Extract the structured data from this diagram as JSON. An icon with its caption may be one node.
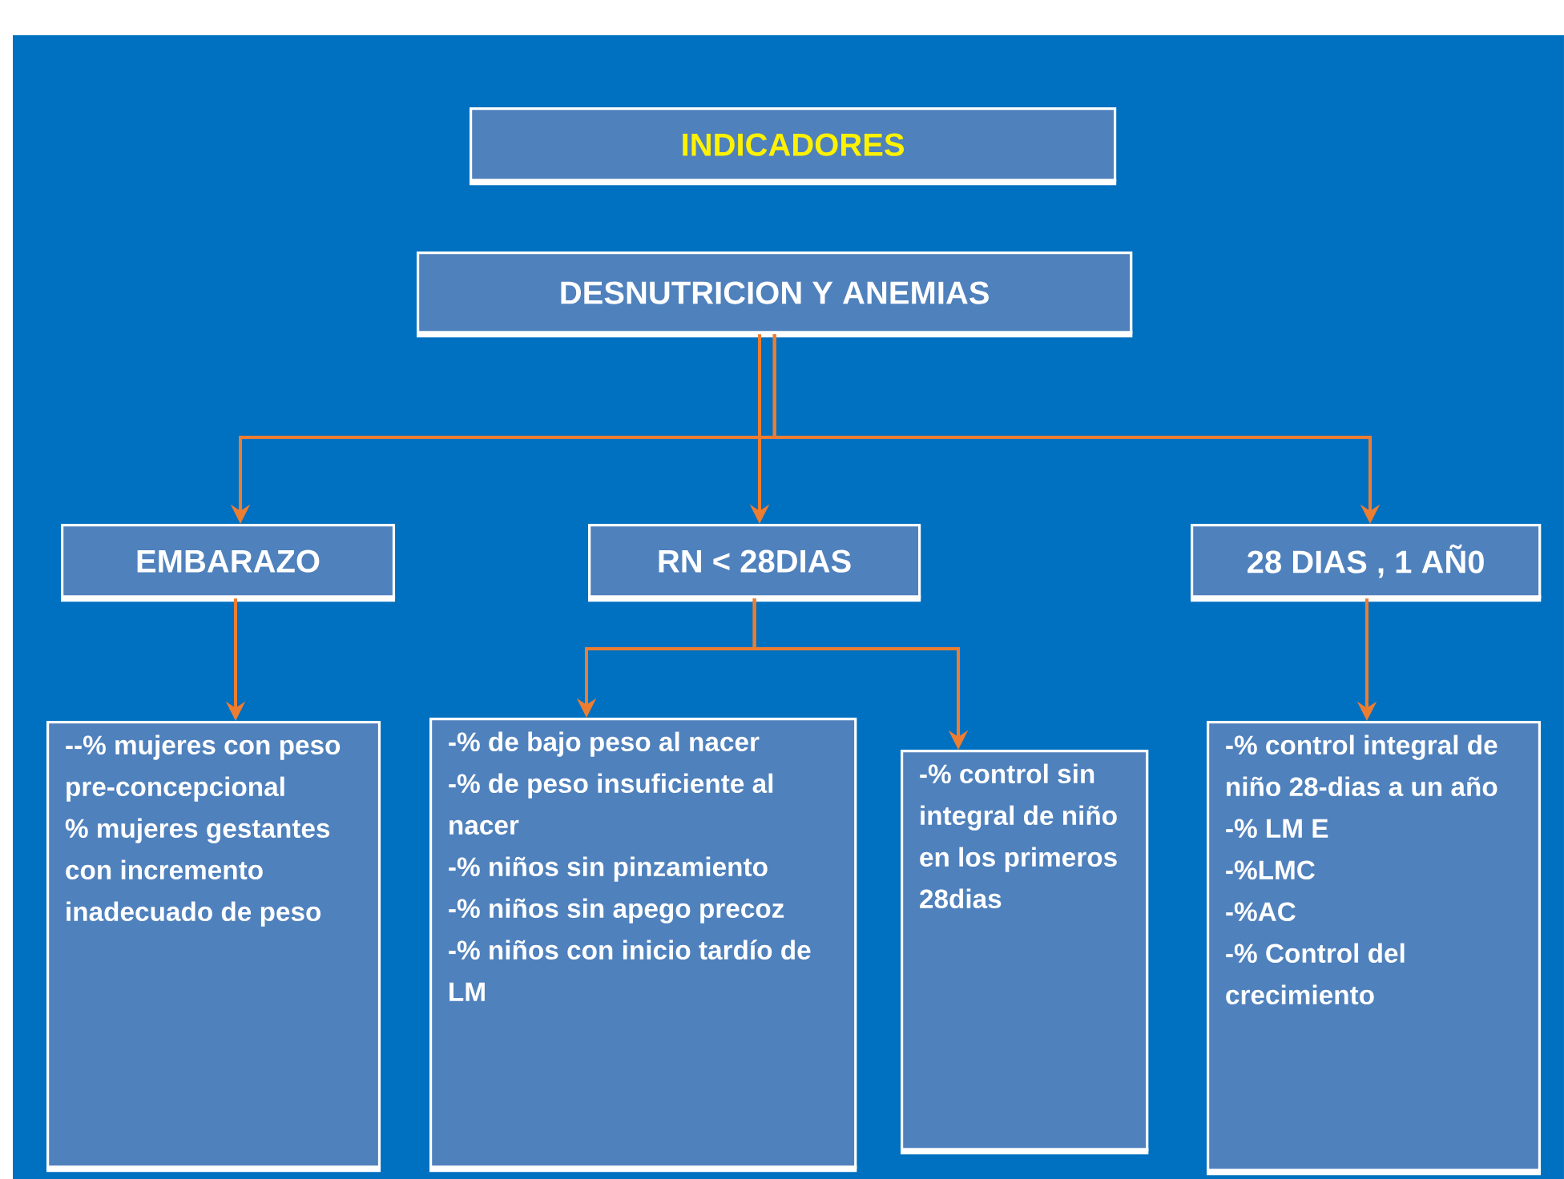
{
  "diagram": {
    "nodes": [
      {
        "text": [
          "INDICADORES"
        ]
      },
      {
        "text": [
          "DESNUTRICION Y ANEMIAS"
        ]
      },
      {
        "text": [
          "EMBARAZO"
        ]
      },
      {
        "text": [
          "RN < 28DIAS"
        ]
      },
      {
        "text": [
          "28 DIAS , 1 AÑ0"
        ]
      },
      {
        "text": [
          "--% mujeres con peso pre-concepcional",
          "% mujeres gestantes con incremento inadecuado de peso"
        ]
      },
      {
        "text": [
          "-% de bajo peso al nacer",
          "-% de peso insuficiente al nacer",
          "-% niños sin pinzamiento",
          "-% niños sin apego precoz",
          "-% niños con inicio tardío de LM"
        ]
      },
      {
        "text": [
          "-% control sin integral de niño en los primeros 28dias"
        ]
      },
      {
        "text": [
          "-% control integral de niño 28-dias a un año",
          "-% LM E",
          "-%LMC",
          "-%AC",
          " -% Control del crecimiento"
        ]
      }
    ],
    "edges": [
      {
        "from": 1,
        "to": 2,
        "arrow": "to"
      },
      {
        "from": 1,
        "to": 3,
        "arrow": "to"
      },
      {
        "from": 1,
        "to": 4,
        "arrow": "to"
      },
      {
        "from": 2,
        "to": 5,
        "arrow": "to"
      },
      {
        "from": 3,
        "to": 6,
        "arrow": "to"
      },
      {
        "from": 3,
        "to": 7,
        "arrow": "to"
      },
      {
        "from": 4,
        "to": 8,
        "arrow": "to"
      }
    ]
  }
}
